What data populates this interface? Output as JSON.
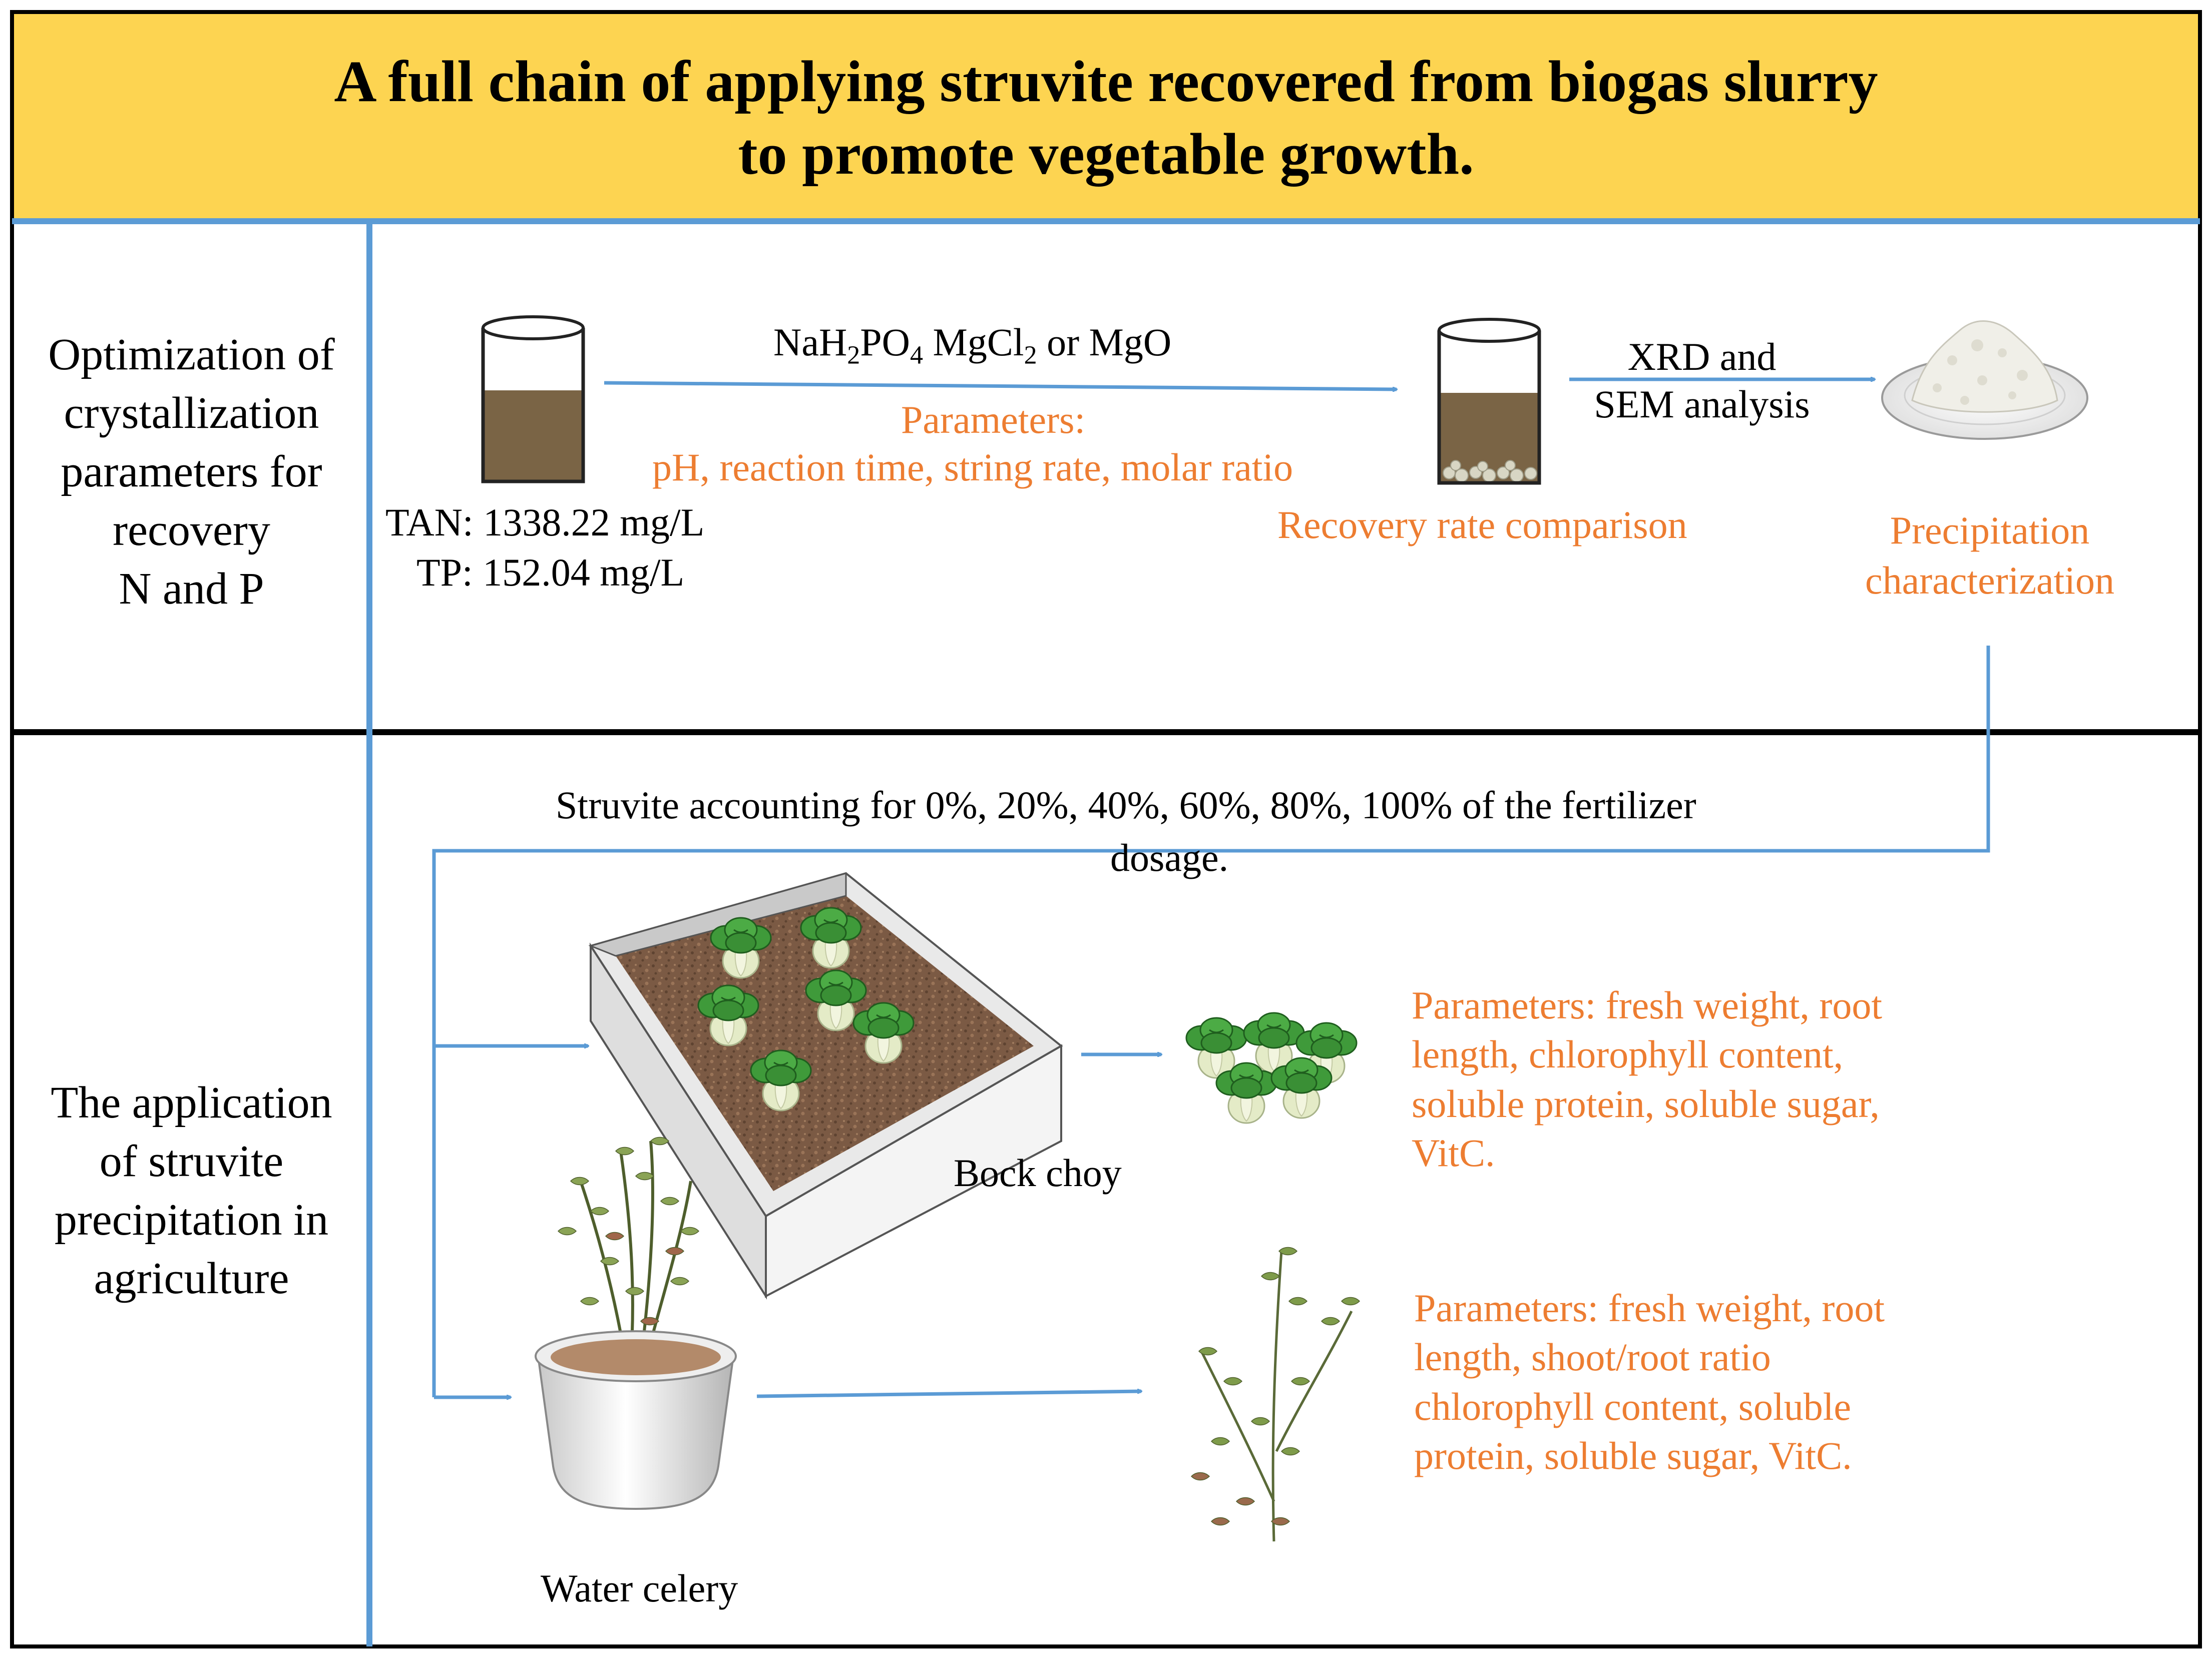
{
  "title": {
    "line1": "A full chain of applying struvite recovered from biogas slurry",
    "line2": "to promote vegetable growth."
  },
  "section1": {
    "label_lines": [
      "Optimization of",
      "crystallization",
      "parameters for",
      "recovery",
      "N and P"
    ],
    "slurry": {
      "tan": "TAN: 1338.22 mg/L",
      "tp": "TP: 152.04 mg/L"
    },
    "reagents": {
      "a": "NaH",
      "a_sub1": "2",
      "b": "PO",
      "b_sub": "4",
      "c": " MgCl",
      "c_sub": "2",
      "d": " or MgO"
    },
    "parameters_label": "Parameters:",
    "parameters_text": "pH, reaction time, string rate, molar ratio",
    "recovery_label": "Recovery rate comparison",
    "analysis_lines": [
      "XRD and",
      "SEM analysis"
    ],
    "characterization_lines": [
      "Precipitation",
      "characterization"
    ]
  },
  "section2": {
    "label_lines": [
      "The application",
      "of struvite",
      "precipitation in",
      "agriculture"
    ],
    "struvite_line1": "Struvite accounting for 0%, 20%, 40%, 60%, 80%, 100% of the fertilizer",
    "struvite_line2": "dosage.",
    "bock_choy_label": "Bock choy",
    "bock_choy_params": [
      "Parameters: fresh weight, root",
      "length, chlorophyll content,",
      "soluble protein, soluble sugar,",
      "VitC."
    ],
    "celery_label": "Water celery",
    "celery_params": [
      "Parameters: fresh weight, root",
      "length, shoot/root ratio",
      "chlorophyll content, soluble",
      "protein, soluble sugar, VitC."
    ]
  },
  "colors": {
    "title_bg": "#fdd451",
    "arrow_blue": "#5b9bd5",
    "accent_orange": "#ed7d31",
    "slurry_brown": "#7a6445",
    "leaf_green": "#3f9a3a",
    "soil_brown": "#7b5a44"
  }
}
